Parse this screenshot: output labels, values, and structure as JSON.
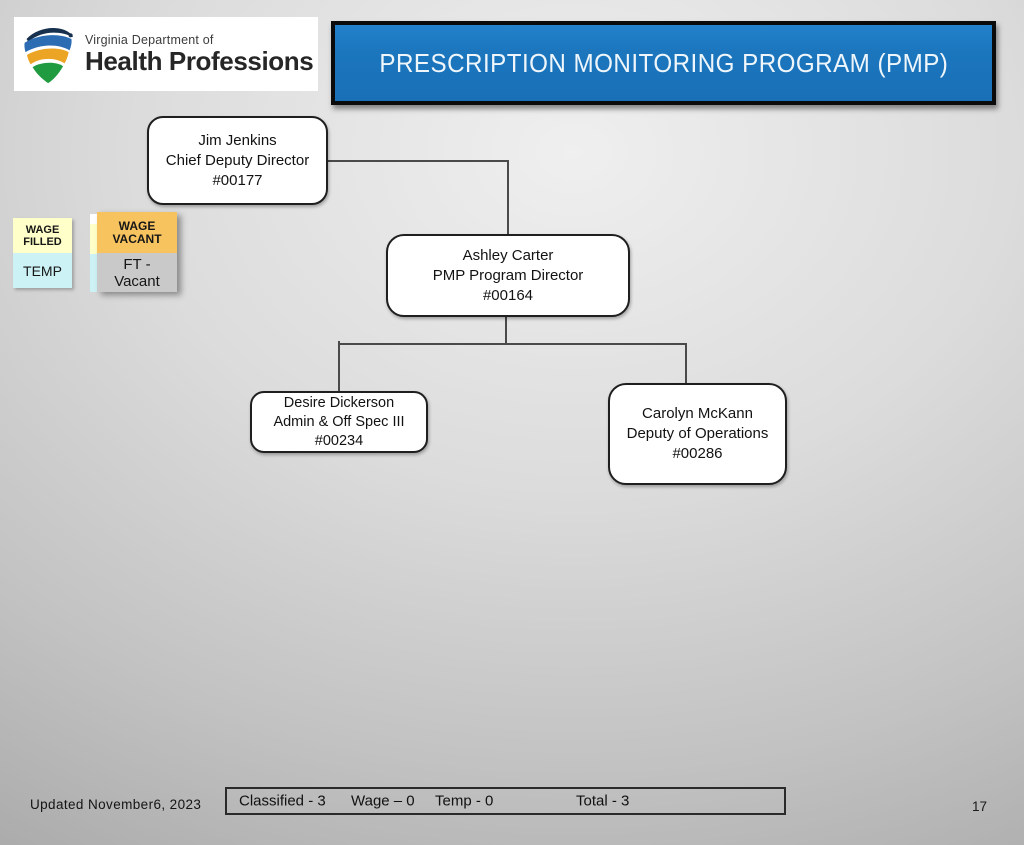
{
  "header": {
    "logo": {
      "line1": "Virginia Department of",
      "line2": "Health Professions"
    },
    "title": "PRESCRIPTION MONITORING PROGRAM (PMP)",
    "title_bg_color": "#1B76BE",
    "title_text_color": "#EFF6FB"
  },
  "legend": {
    "wage_filled": {
      "line1": "WAGE",
      "line2": "FILLED",
      "color": "#FFFFC9"
    },
    "temp": {
      "label": "TEMP",
      "color": "#CDF2F5"
    },
    "wage_vacant": {
      "line1": "WAGE",
      "line2": "VACANT",
      "color": "#F7C35F"
    },
    "ft_vacant": {
      "line1": "FT -",
      "line2": "Vacant",
      "color": "#C9C9C9"
    }
  },
  "org_chart": {
    "nodes": {
      "jim": {
        "name": "Jim Jenkins",
        "title": "Chief Deputy Director",
        "position": "#00177"
      },
      "ashley": {
        "name": "Ashley Carter",
        "title": "PMP Program Director",
        "position": "#00164"
      },
      "desire": {
        "name": "Desire Dickerson",
        "title": "Admin & Off Spec III",
        "position": "#00234"
      },
      "carolyn": {
        "name": "Carolyn McKann",
        "title": "Deputy of Operations",
        "position": "#00286"
      }
    }
  },
  "footer": {
    "updated": "Updated November6, 2023",
    "summary": {
      "classified": "Classified - 3",
      "wage": "Wage – 0",
      "temp": "Temp - 0",
      "total": "Total - 3"
    },
    "page_number": "17"
  }
}
